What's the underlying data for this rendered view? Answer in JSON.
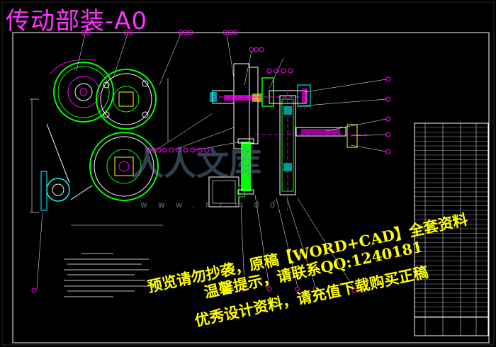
{
  "title": "传动部装-A0",
  "watermark": {
    "line1": "预览请勿抄袭，原稿【WORD+CAD】全套资料",
    "line2": "温馨提示，请联系QQ:1240181",
    "line3": "优秀设计资料，请充值下载购买正稿",
    "faint_url": "www.rcmdd",
    "logo_text": "人人文库"
  },
  "colors": {
    "background": "#000000",
    "frame": "#ffffff",
    "green": "#00ff00",
    "magenta": "#ff00ff",
    "cyan": "#00ffff",
    "yellow": "#ffff00",
    "red": "#ff0000"
  }
}
